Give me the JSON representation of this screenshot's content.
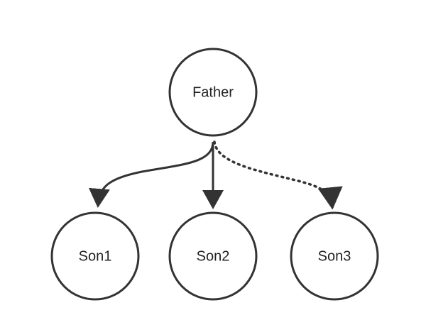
{
  "nodes": {
    "father": {
      "label": "Father"
    },
    "son1": {
      "label": "Son1"
    },
    "son2": {
      "label": "Son2"
    },
    "son3": {
      "label": "Son3"
    }
  },
  "edges": [
    {
      "from": "Father",
      "to": "Son1",
      "style": "solid-curved"
    },
    {
      "from": "Father",
      "to": "Son2",
      "style": "solid"
    },
    {
      "from": "Father",
      "to": "Son3",
      "style": "dotted-curved"
    }
  ],
  "colors": {
    "stroke": "#333333",
    "text": "#222222",
    "background": "#ffffff"
  }
}
